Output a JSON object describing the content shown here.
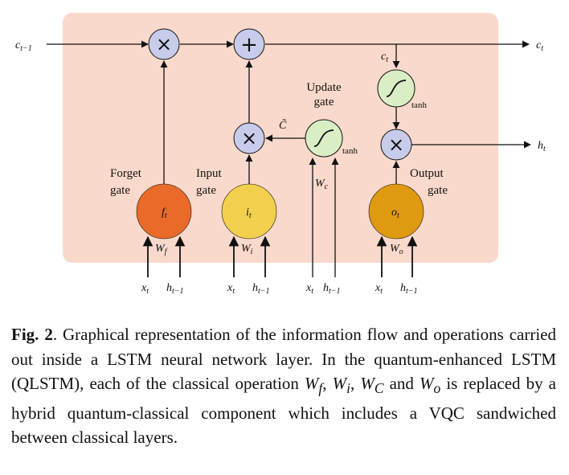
{
  "diagram": {
    "inputs": {
      "c_prev": "c",
      "c_prev_sub": "t−1",
      "c_out": "c",
      "c_out_sub": "t",
      "h_out": "h",
      "h_out_sub": "t"
    },
    "ops": {
      "multiply": "×",
      "add": "+"
    },
    "labels": {
      "c_tilde": "C̃",
      "update_gate": [
        "Update",
        "gate"
      ],
      "tanh": "tanh",
      "ct_small": "c",
      "ct_small_sub": "t",
      "forget_gate": [
        "Forget",
        "gate"
      ],
      "input_gate": [
        "Input",
        "gate"
      ],
      "output_gate": [
        "Output",
        "gate"
      ]
    },
    "gates": {
      "f": {
        "sym": "f",
        "sub": "t",
        "w": "W",
        "w_sub": "f",
        "color": "#ea6a2a"
      },
      "i": {
        "sym": "i",
        "sub": "t",
        "w": "W",
        "w_sub": "i",
        "color": "#f2d04d"
      },
      "c": {
        "w": "W",
        "w_sub": "c",
        "color": "#d9eec4"
      },
      "o": {
        "sym": "o",
        "sub": "t",
        "w": "W",
        "w_sub": "o",
        "color": "#df9a12"
      }
    },
    "bottom_inputs": {
      "x": "x",
      "x_sub": "t",
      "h": "h",
      "h_sub": "t−1"
    },
    "colors": {
      "panel": "#f9d9cb",
      "op_circle": "#c8cceb",
      "tanh_circle": "#d9eec4"
    }
  },
  "caption": {
    "fig_label": "Fig. 2",
    "text_1": ". Graphical representation of the information flow and operations carried out inside a LSTM neural network layer. In the quantum-enhanced LSTM (QLSTM), each of the classical operation ",
    "w_f": "W",
    "w_f_sub": "f",
    "sep1": ", ",
    "w_i": "W",
    "w_i_sub": "i",
    "sep2": ", ",
    "w_c": "W",
    "w_c_sub": "C",
    "and": " and ",
    "w_o": "W",
    "w_o_sub": "o",
    "text_2": " is replaced by a hybrid quantum-classical component which includes a VQC sandwiched between classical layers."
  }
}
